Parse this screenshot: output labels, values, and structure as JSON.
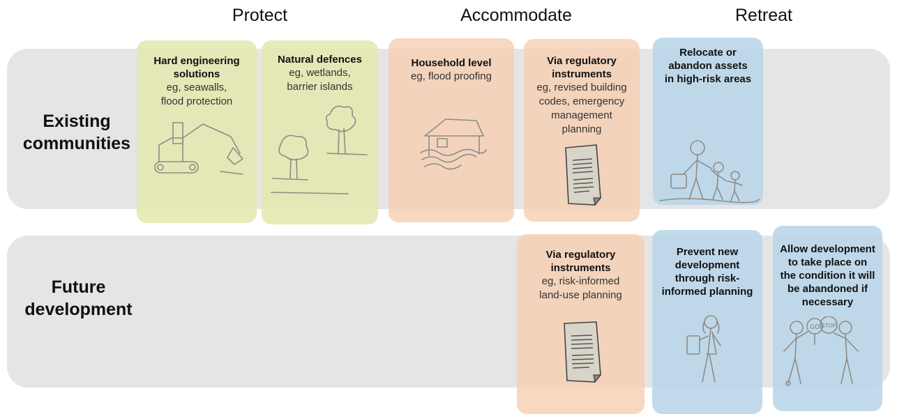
{
  "colors": {
    "protect": "#e2e8af",
    "accommodate": "#f6ceb2",
    "retreat": "#b9d6e9",
    "band": "#e3e3e3"
  },
  "columns": {
    "protect": "Protect",
    "accommodate": "Accommodate",
    "retreat": "Retreat"
  },
  "rows": {
    "existing": [
      "Existing",
      "communities"
    ],
    "future": [
      "Future",
      "development"
    ]
  },
  "cells": {
    "hard": {
      "title": [
        "Hard engineering",
        "solutions"
      ],
      "sub": [
        "eg, seawalls,",
        "flood protection"
      ],
      "icon": "excavator-icon"
    },
    "natural": {
      "title": [
        "Natural defences"
      ],
      "sub": [
        "eg, wetlands,",
        "barrier islands"
      ],
      "icon": "trees-icon"
    },
    "household": {
      "title": [
        "Household level"
      ],
      "sub": [
        "eg, flood proofing"
      ],
      "icon": "flooded-house-icon"
    },
    "regulatory_existing": {
      "title": [
        "Via regulatory",
        "instruments"
      ],
      "sub": [
        "eg, revised building",
        "codes, emergency",
        "management",
        "planning"
      ],
      "icon": "document-icon"
    },
    "relocate": {
      "title": [
        "Relocate or",
        "abandon assets",
        "in high-risk areas"
      ],
      "sub": [],
      "icon": "family-walking-icon"
    },
    "regulatory_future": {
      "title": [
        "Via regulatory",
        "instruments"
      ],
      "sub": [
        "eg, risk-informed",
        "land-use planning"
      ],
      "icon": "document-icon"
    },
    "prevent": {
      "title": [
        "Prevent new",
        "development",
        "through risk-",
        "informed planning"
      ],
      "sub": [],
      "icon": "planner-with-clipboard-icon"
    },
    "allow": {
      "title": [
        "Allow development",
        "to take place on",
        "the condition it will",
        "be abandoned if",
        "necessary"
      ],
      "sub": [],
      "icon": "go-stop-signs-icon",
      "sign_go": "GO",
      "sign_stop": "STOP"
    }
  }
}
